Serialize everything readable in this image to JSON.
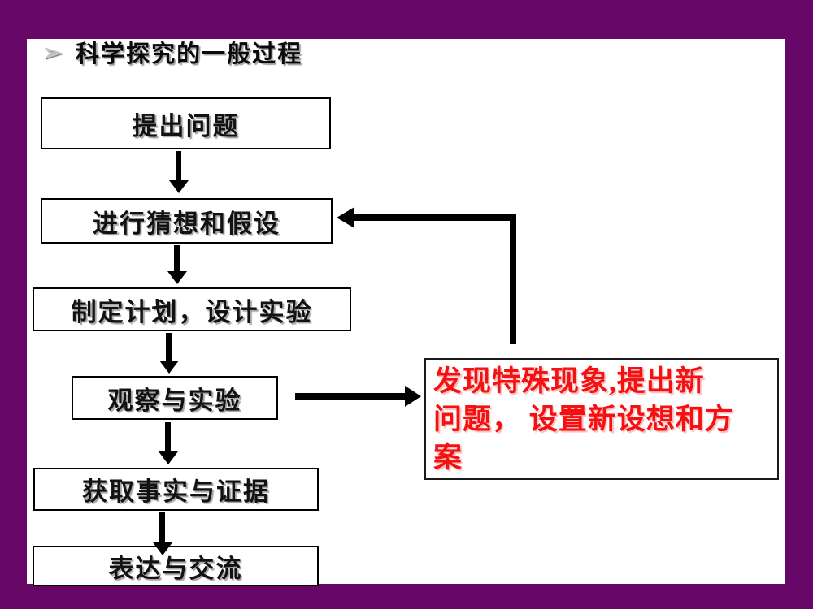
{
  "slide": {
    "background_color": "#660666",
    "panel_color": "#ffffff",
    "arrow_color": "#000000"
  },
  "header": {
    "bullet_icon": "➢",
    "title": "科学探究的一般过程"
  },
  "flowchart": {
    "steps": [
      {
        "label": "提出问题"
      },
      {
        "label": "进行猜想和假设"
      },
      {
        "label": "制定计划，设计实验"
      },
      {
        "label": "观察与实验"
      },
      {
        "label": "获取事实与证据"
      },
      {
        "label": "表达与交流"
      }
    ],
    "note": {
      "full_text": "发现特殊现象,提出新问题， 设置新设想和方案",
      "lines": [
        "发现特殊现象,提出新",
        "问题， 设置新设想和方",
        "案"
      ],
      "text_color": "#ff1111"
    },
    "connectors": {
      "down_arrows": 5,
      "branch_arrow_from": "观察与实验",
      "branch_arrow_to": "发现特殊现象,提出新问题， 设置新设想和方案",
      "feedback_arrow_to": "进行猜想和假设"
    }
  }
}
